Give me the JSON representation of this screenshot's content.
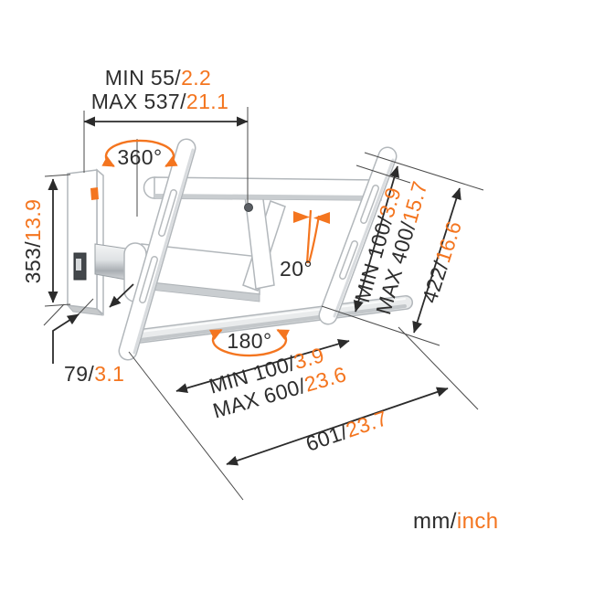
{
  "legend": {
    "mm": "mm/",
    "inch": "inch"
  },
  "angles": {
    "wall_swivel": "360°",
    "tv_swivel": "180°",
    "tilt": "20°"
  },
  "dims": {
    "wall_distance": {
      "l1mm": "MIN 55/",
      "l1in": "2.2",
      "l2mm": "MAX 537/",
      "l2in": "21.1"
    },
    "plate_height": {
      "mm": "353/",
      "in": "13.9"
    },
    "plate_depth": {
      "mm": "79/",
      "in": "3.1"
    },
    "vesa_vertical": {
      "l1mm": "MIN 100/",
      "l1in": "3.9",
      "l2mm": "MAX 400/",
      "l2in": "15.7"
    },
    "bracket_height": {
      "mm": "422/",
      "in": "16.6"
    },
    "vesa_horizontal": {
      "l1mm": "MIN 100/",
      "l1in": "3.9",
      "l2mm": "MAX 600/",
      "l2in": "23.6"
    },
    "bracket_width": {
      "mm": "601/",
      "in": "23.7"
    }
  },
  "colors": {
    "accent_orange": "#f4751f",
    "ink": "#2d2d2d",
    "metal_light": "#f2f3f4",
    "metal_dark": "#9aa0a5"
  }
}
